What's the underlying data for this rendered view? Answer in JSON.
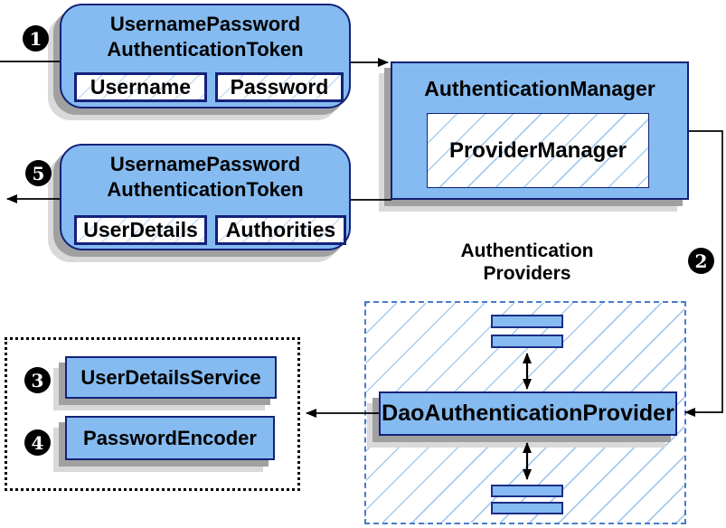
{
  "colors": {
    "node_fill": "#85BBF0",
    "node_border": "#14217A",
    "hatch_line": "#A9CBEF",
    "dashed_border": "#4A7CC8",
    "dotted_border": "#000000",
    "shadow_dark": "#A0A0A0",
    "shadow_light": "#D9D9D9",
    "connector": "#000000",
    "badge_bg": "#000000",
    "badge_text": "#FFFFFF"
  },
  "badges": {
    "step1": "1",
    "step2": "2",
    "step3": "3",
    "step4": "4",
    "step5": "5"
  },
  "request_token": {
    "title_line1": "UsernamePassword",
    "title_line2": "AuthenticationToken",
    "fields": [
      {
        "label": "Username"
      },
      {
        "label": "Password"
      }
    ]
  },
  "auth_manager": {
    "title": "AuthenticationManager",
    "inner_label": "ProviderManager"
  },
  "response_token": {
    "title_line1": "UsernamePassword",
    "title_line2": "AuthenticationToken",
    "fields": [
      {
        "label": "UserDetails"
      },
      {
        "label": "Authorities"
      }
    ]
  },
  "providers_group": {
    "label_line1": "Authentication",
    "label_line2": "Providers",
    "dao_label": "DaoAuthenticationProvider"
  },
  "services_group": {
    "items": [
      {
        "label": "UserDetailsService"
      },
      {
        "label": "PasswordEncoder"
      }
    ]
  }
}
